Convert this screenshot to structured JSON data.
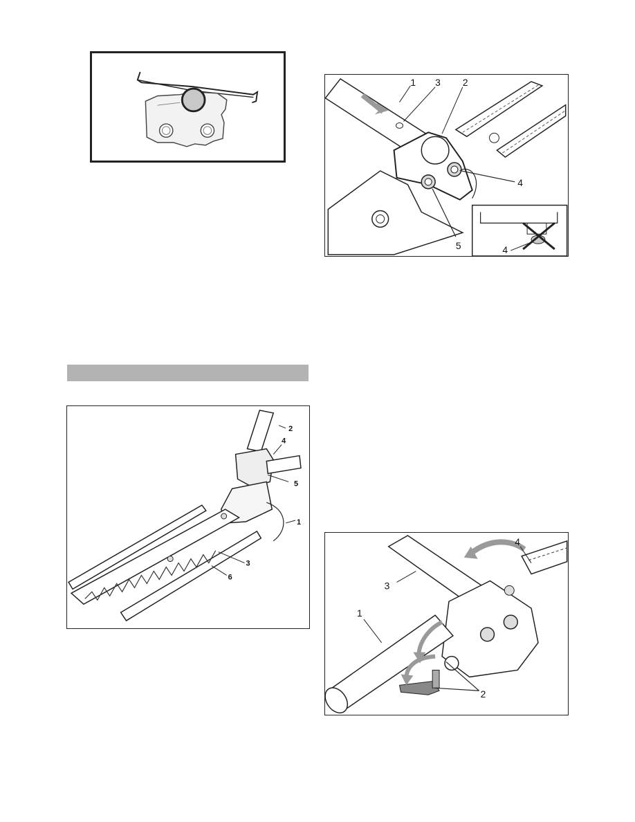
{
  "figures": {
    "chain_gauge": {
      "callouts": []
    },
    "hedge_mount": {
      "callouts": [
        "2",
        "4",
        "5",
        "1",
        "3",
        "6"
      ]
    },
    "shaft_coupling": {
      "callouts": [
        "1",
        "3",
        "2",
        "4",
        "5",
        "4"
      ]
    },
    "angle_lever": {
      "callouts": [
        "4",
        "3",
        "1",
        "2"
      ]
    }
  },
  "section_heading": {
    "text": ""
  },
  "colors": {
    "frame": "#222222",
    "heading_bar": "#b3b3b3",
    "arrow_gray": "#9a9a9a",
    "roller_gray": "#c8c8c8"
  }
}
